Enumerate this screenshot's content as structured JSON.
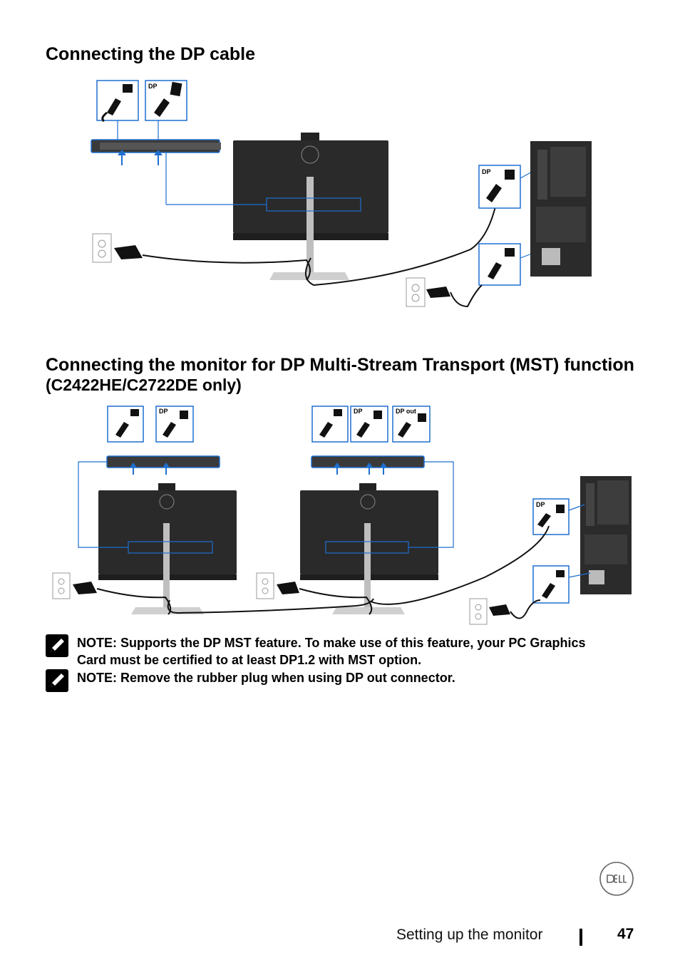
{
  "section1": {
    "title": "Connecting the DP cable"
  },
  "section2": {
    "title": "Connecting the monitor for DP Multi-Stream Transport (MST) function",
    "subtitle": "(C2422HE/C2722DE only)"
  },
  "labels": {
    "dp": "DP",
    "dp_out": "DP out"
  },
  "notes": [
    "NOTE: Supports the DP MST feature. To make use of this feature, your PC Graphics Card must be certified to at least DP1.2 with MST option.",
    "NOTE: Remove the rubber plug when using DP out connector."
  ],
  "footer": {
    "section": "Setting up the monitor",
    "page": "47"
  },
  "colors": {
    "callout_border": "#1e6fd0",
    "arrow": "#1e6fd0",
    "monitor": "#2a2a2a"
  }
}
